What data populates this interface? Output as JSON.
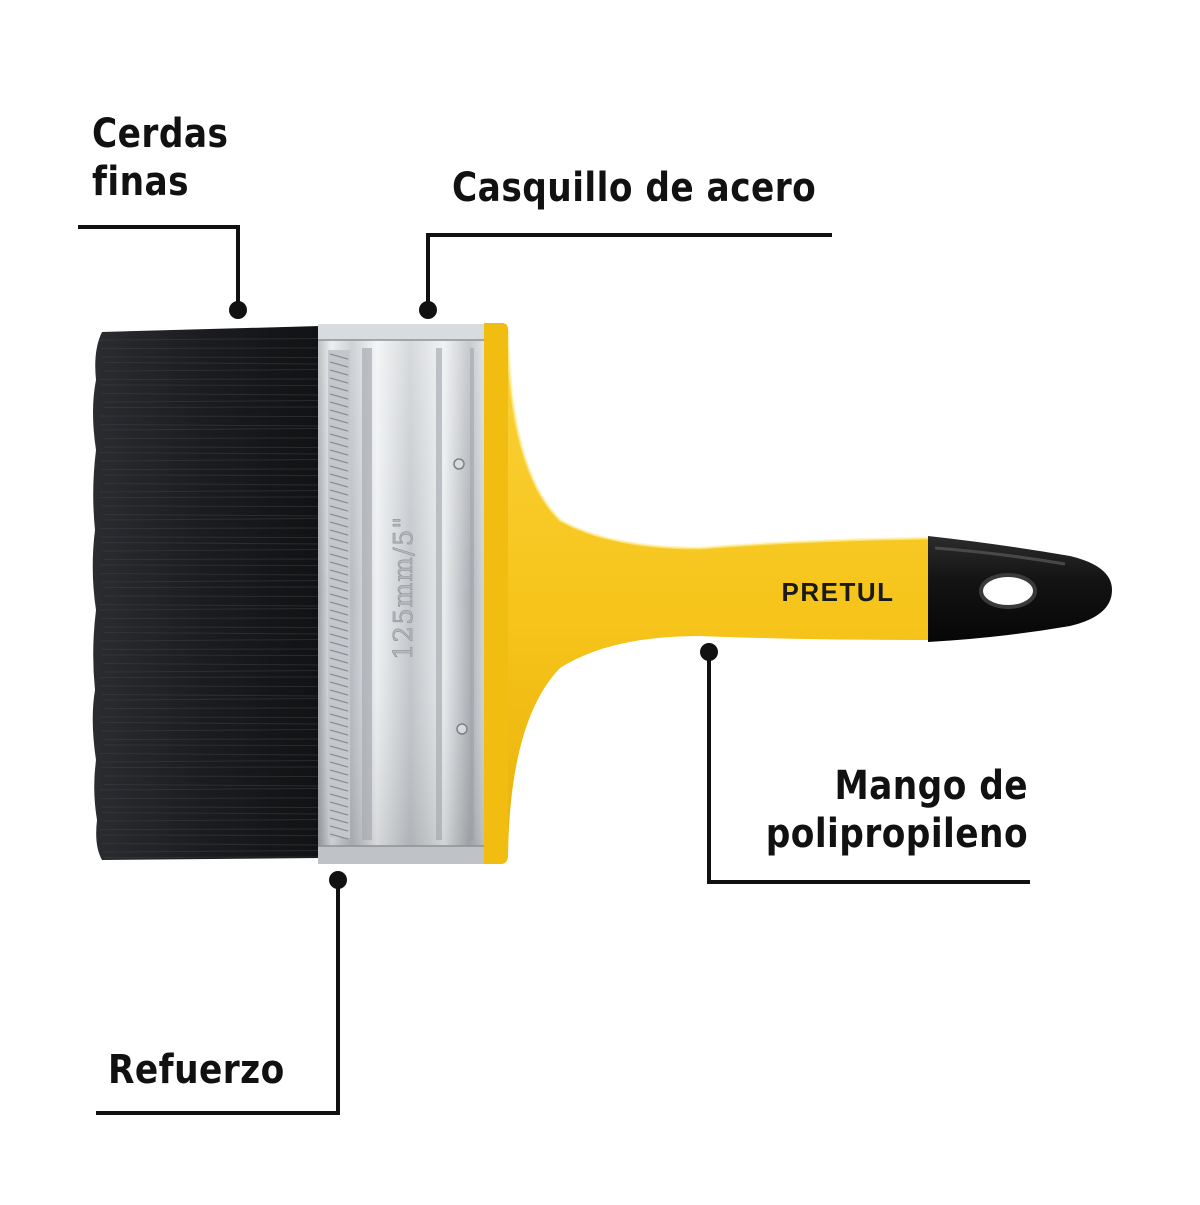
{
  "labels": {
    "cerdas": [
      "Cerdas",
      "finas"
    ],
    "casquillo": "Casquillo de acero",
    "mango": [
      "Mango de",
      "polipropileno"
    ],
    "refuerzo": "Refuerzo"
  },
  "brand": "PRETUL",
  "size_marking": "125mm/5\"",
  "colors": {
    "handle_yellow": "#f7c51e",
    "grip_black": "#141414",
    "bristle_black": "#1b1d20",
    "ferrule_silver": "#c9ccd0",
    "line": "#111111"
  }
}
